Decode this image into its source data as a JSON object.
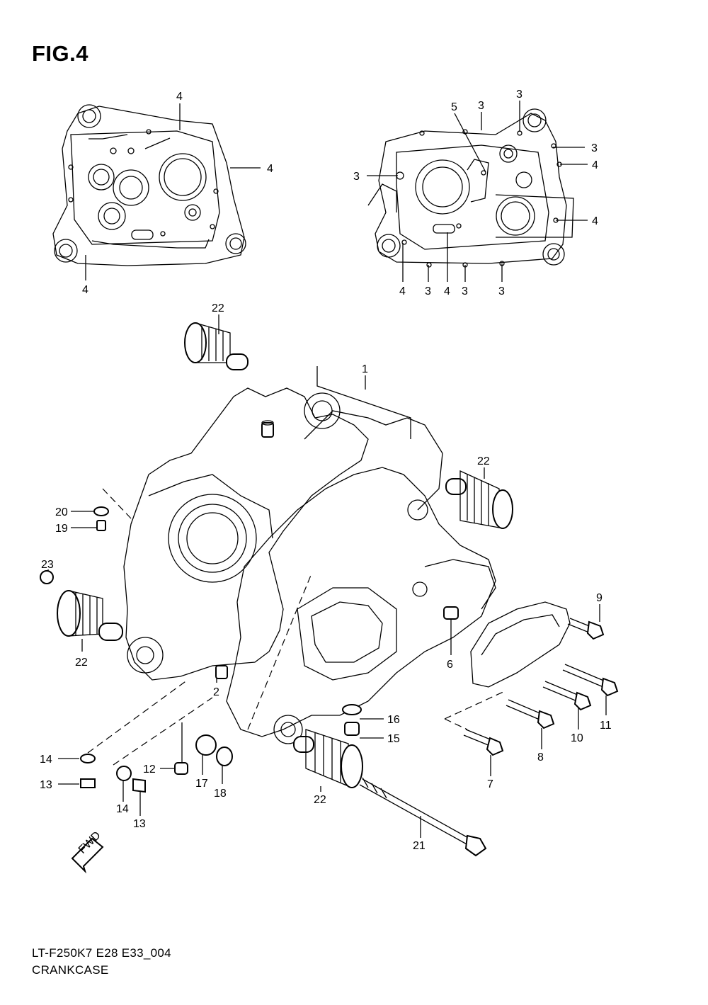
{
  "figure": {
    "title": "FIG.4",
    "code": "LT-F250K7 E28 E33_004",
    "name": "CRANKCASE",
    "fwd_label": "FWD"
  },
  "callouts": [
    {
      "id": "c4a",
      "label": "4"
    },
    {
      "id": "c4b",
      "label": "4"
    },
    {
      "id": "c4c",
      "label": "4"
    },
    {
      "id": "c5",
      "label": "5"
    },
    {
      "id": "c3a",
      "label": "3"
    },
    {
      "id": "c3b",
      "label": "3"
    },
    {
      "id": "c3c",
      "label": "3"
    },
    {
      "id": "c4d",
      "label": "4"
    },
    {
      "id": "c3d",
      "label": "3"
    },
    {
      "id": "c4e",
      "label": "4"
    },
    {
      "id": "c4f",
      "label": "4"
    },
    {
      "id": "c3e",
      "label": "3"
    },
    {
      "id": "c4g",
      "label": "4"
    },
    {
      "id": "c3f",
      "label": "3"
    },
    {
      "id": "c3g",
      "label": "3"
    },
    {
      "id": "c22a",
      "label": "22"
    },
    {
      "id": "c1",
      "label": "1"
    },
    {
      "id": "c22b",
      "label": "22"
    },
    {
      "id": "c20",
      "label": "20"
    },
    {
      "id": "c19",
      "label": "19"
    },
    {
      "id": "c23",
      "label": "23"
    },
    {
      "id": "c22c",
      "label": "22"
    },
    {
      "id": "c9",
      "label": "9"
    },
    {
      "id": "c6",
      "label": "6"
    },
    {
      "id": "c2",
      "label": "2"
    },
    {
      "id": "c16",
      "label": "16"
    },
    {
      "id": "c15",
      "label": "15"
    },
    {
      "id": "c11",
      "label": "11"
    },
    {
      "id": "c10",
      "label": "10"
    },
    {
      "id": "c8",
      "label": "8"
    },
    {
      "id": "c14a",
      "label": "14"
    },
    {
      "id": "c12",
      "label": "12"
    },
    {
      "id": "c17",
      "label": "17"
    },
    {
      "id": "c18",
      "label": "18"
    },
    {
      "id": "c13a",
      "label": "13"
    },
    {
      "id": "c14b",
      "label": "14"
    },
    {
      "id": "c13b",
      "label": "13"
    },
    {
      "id": "c22d",
      "label": "22"
    },
    {
      "id": "c7",
      "label": "7"
    },
    {
      "id": "c21",
      "label": "21"
    }
  ]
}
